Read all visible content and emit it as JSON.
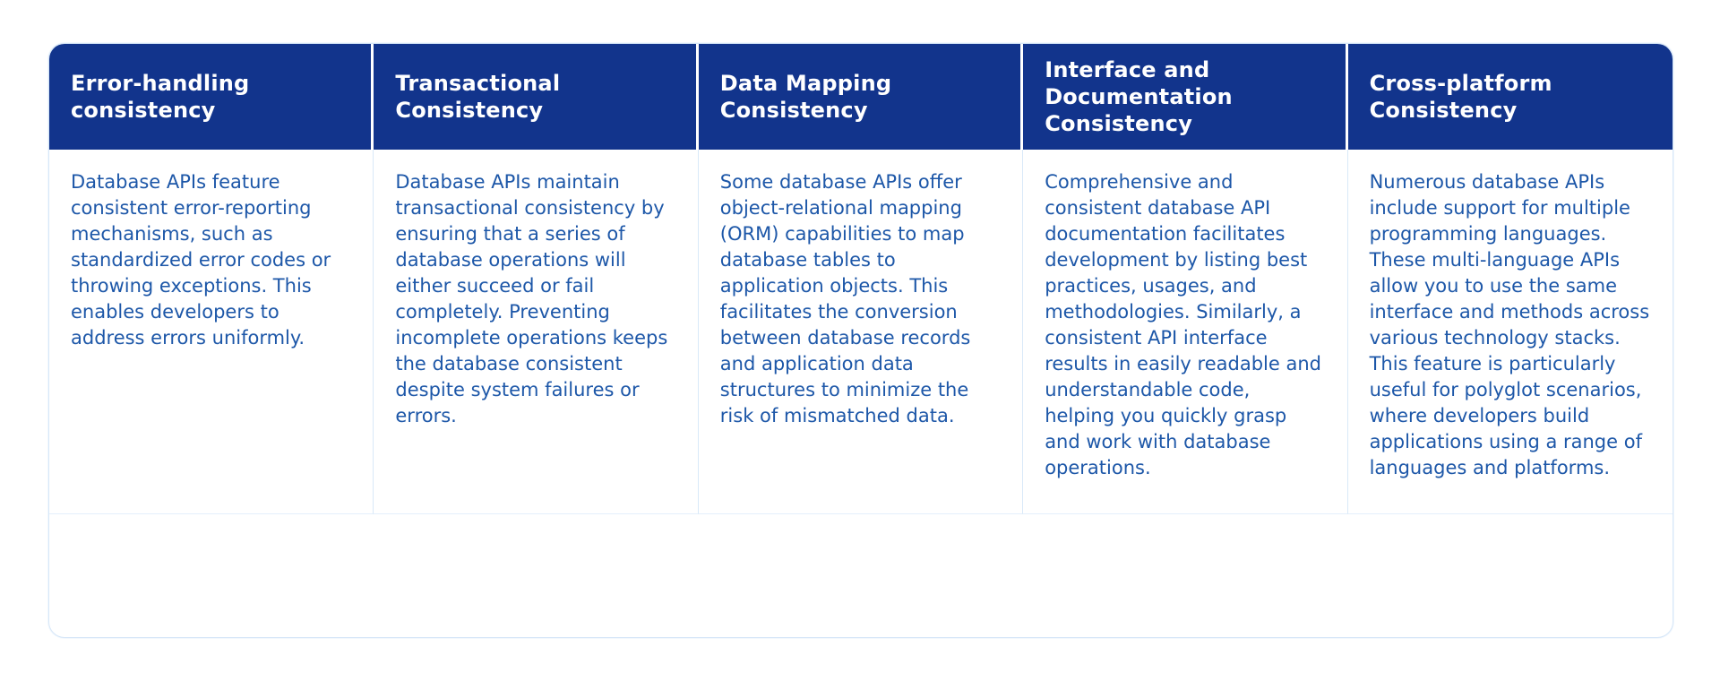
{
  "colors": {
    "header_background": "#12348c",
    "header_text": "#ffffff",
    "body_text": "#1d57a8",
    "card_border": "#d7e7f8",
    "separator": "#d9e9f8",
    "page_background": "#ffffff"
  },
  "table": {
    "columns": [
      {
        "title": "Error-handling consistency",
        "body": "Database APIs feature consistent error-reporting mechanisms, such as standardized error codes or throwing exceptions. This enables developers to address errors uniformly."
      },
      {
        "title": "Transactional Consistency",
        "body": "Database APIs maintain transactional consistency by ensuring that a series of database operations will either succeed or fail completely. Preventing incomplete operations keeps the database consistent despite system failures or errors."
      },
      {
        "title": "Data Mapping Consistency",
        "body": "Some database APIs offer object-relational mapping (ORM) capabilities to map database tables to application objects. This facilitates the conversion between database records and application data structures to minimize the risk of mismatched data."
      },
      {
        "title": "Interface and Documentation Consistency",
        "body": "Comprehensive and consistent database API documentation facilitates development by listing best practices, usages, and methodologies. Similarly, a consistent API interface results in easily readable and understandable code, helping you quickly grasp and work with database operations."
      },
      {
        "title": "Cross-platform Consistency",
        "body": "Numerous database APIs include support for multiple programming languages. These multi-language APIs allow you to use the same interface and methods across various technology stacks. This feature is particularly useful for polyglot scenarios, where developers build applications using a range of languages and platforms."
      }
    ]
  }
}
